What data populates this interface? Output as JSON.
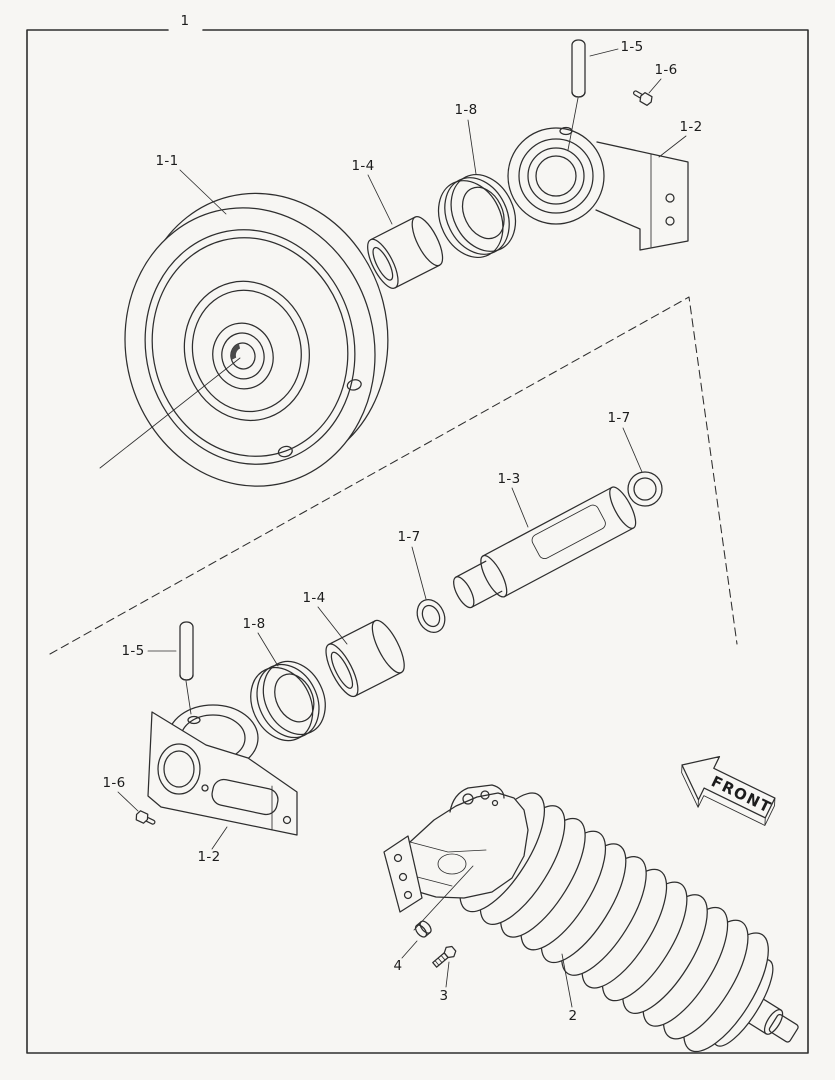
{
  "diagram": {
    "assembly_callout": "1",
    "front_label": "FRONT",
    "callouts": {
      "c1_1": "1-1",
      "c1_2_top": "1-2",
      "c1_2_bottom": "1-2",
      "c1_3": "1-3",
      "c1_4_top": "1-4",
      "c1_4_bottom": "1-4",
      "c1_5_top": "1-5",
      "c1_5_bottom": "1-5",
      "c1_6_top": "1-6",
      "c1_6_bottom": "1-6",
      "c1_7_upper": "1-7",
      "c1_7_lower": "1-7",
      "c1_8_top": "1-8",
      "c1_8_bottom": "1-8",
      "c2": "2",
      "c3": "3",
      "c4": "4"
    },
    "colors": {
      "line": "#2e2e2e",
      "background": "#f7f6f3"
    }
  }
}
